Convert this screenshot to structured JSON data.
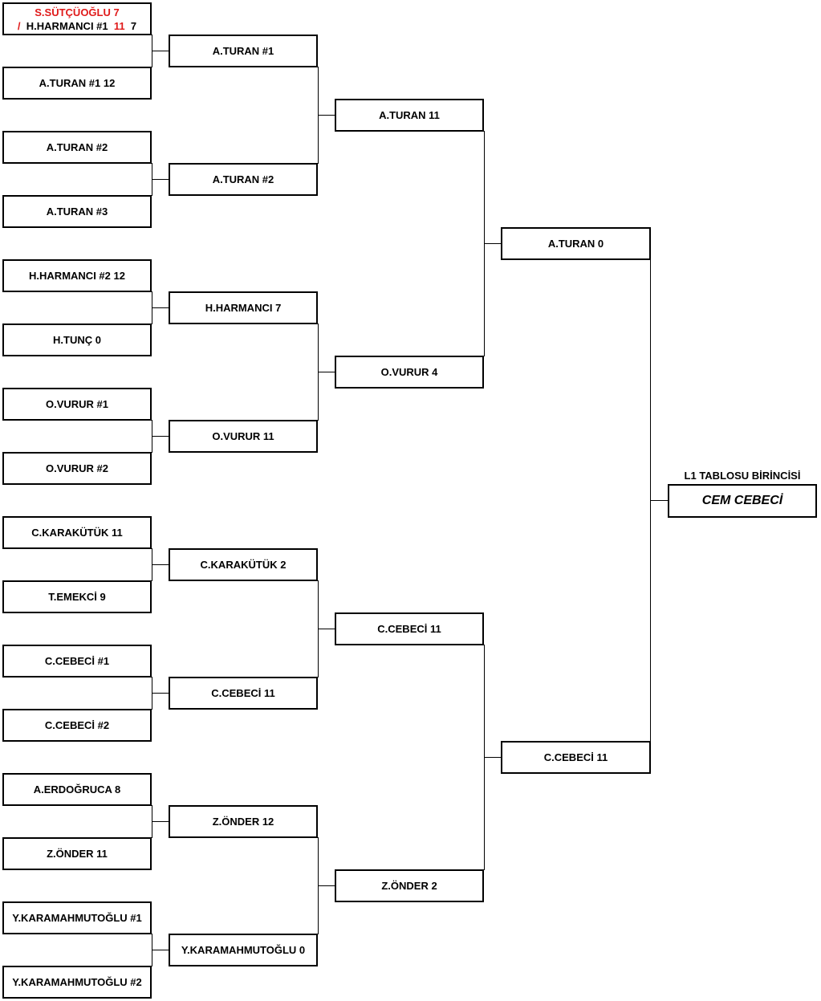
{
  "colors": {
    "highlight": "#e01a1a",
    "border": "#000000"
  },
  "round1": {
    "m1": {
      "top_line": "S.SÜTÇÜOĞLU  7",
      "slash": "/",
      "name": "H.HARMANCI #1",
      "score_red": "11",
      "score": "7"
    },
    "e2": "A.TURAN #1  12",
    "e3": "A.TURAN #2",
    "e4": "A.TURAN #3",
    "e5": "H.HARMANCI #2  12",
    "e6": "H.TUNÇ  0",
    "e7": "O.VURUR #1",
    "e8": "O.VURUR #2",
    "e9": "C.KARAKÜTÜK  11",
    "e10": "T.EMEKCİ  9",
    "e11": "C.CEBECİ #1",
    "e12": "C.CEBECİ #2",
    "e13": "A.ERDOĞRUCA  8",
    "e14": "Z.ÖNDER  11",
    "e15": "Y.KARAMAHMUTOĞLU #1",
    "e16": "Y.KARAMAHMUTOĞLU #2"
  },
  "round2": [
    "A.TURAN #1",
    "A.TURAN #2",
    "H.HARMANCI  7",
    "O.VURUR  11",
    "C.KARAKÜTÜK  2",
    "C.CEBECİ  11",
    "Z.ÖNDER  12",
    "Y.KARAMAHMUTOĞLU 0"
  ],
  "round3": [
    "A.TURAN  11",
    "O.VURUR  4",
    "C.CEBECİ  11",
    "Z.ÖNDER  2"
  ],
  "round4": [
    "A.TURAN  0",
    "C.CEBECİ  11"
  ],
  "champion": {
    "title": "L1 TABLOSU BİRİNCİSİ",
    "name": "CEM CEBECİ"
  }
}
